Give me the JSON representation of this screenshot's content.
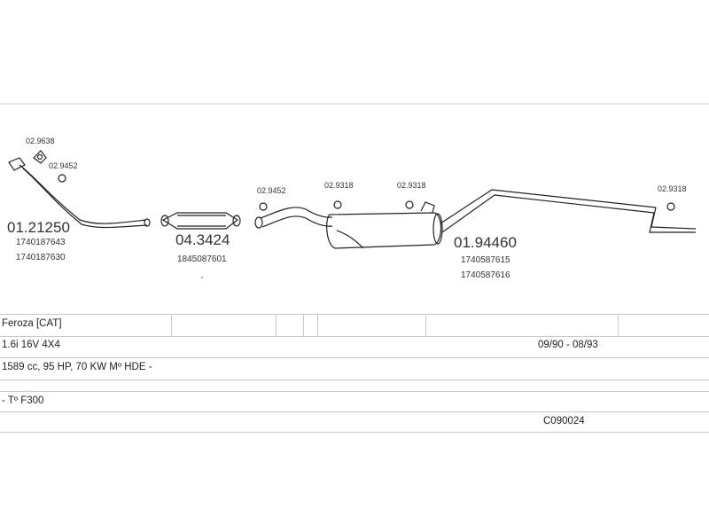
{
  "parts": {
    "p1": {
      "ref": "01.21250",
      "oem": [
        "1740187643",
        "1740187630"
      ]
    },
    "p2": {
      "ref": "04.3424",
      "oem": [
        "1845087601"
      ]
    },
    "p3": {
      "ref": "01.94460",
      "oem": [
        "1740587615",
        "1740587616"
      ]
    },
    "gasket_a": "02.9638",
    "ring_a": "02.9452",
    "ring_b": "02.9452",
    "hanger_a": "02.9318",
    "hanger_b": "02.9318",
    "hanger_c": "02.9318"
  },
  "info": {
    "model": "Feroza  [CAT]",
    "engine": "1.6i  16V 4X4",
    "dates": "09/90 - 08/93",
    "specs": "1589 cc, 95 HP, 70 KW Mº HDE -",
    "type": "- Tº F300",
    "code": "C090024"
  }
}
